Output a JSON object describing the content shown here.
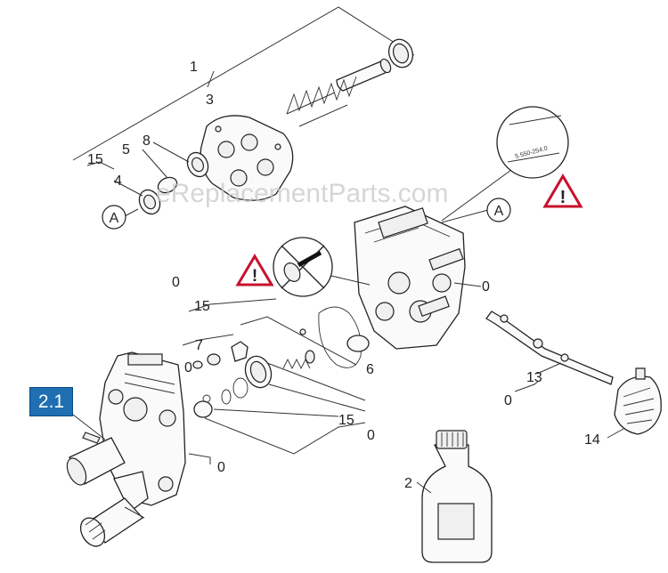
{
  "watermark": "eReplacementParts.com",
  "highlight_label": "2.1",
  "part_label": "5.550-254.0",
  "callouts": {
    "c1": "1",
    "c3": "3",
    "c8": "8",
    "c5": "5",
    "c15a": "15",
    "c4": "4",
    "cA_left": "A",
    "cA_right": "A",
    "c0_a": "0",
    "c15b": "15",
    "c7": "7",
    "c0_b": "0",
    "c6": "6",
    "c15c": "15",
    "c0_c": "0",
    "c0_d": "0",
    "c13": "13",
    "c0_e": "0",
    "c14": "14",
    "c2": "2"
  },
  "colors": {
    "warning": "#c8102e",
    "highlight": "#1f6fb2"
  }
}
